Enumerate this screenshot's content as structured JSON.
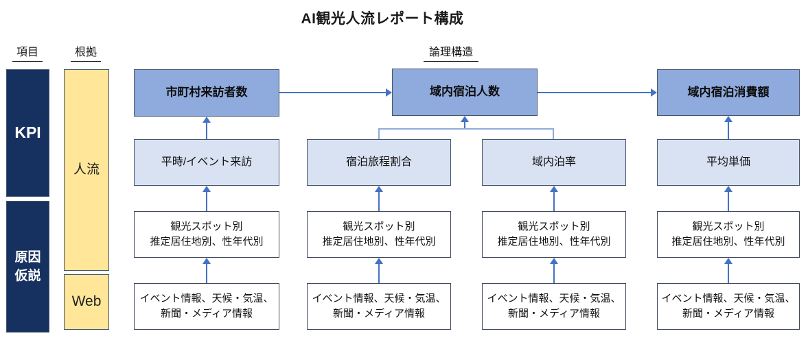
{
  "title": "AI観光人流レポート構成",
  "column_headers": {
    "item": "項目",
    "basis": "根拠",
    "logic": "論理構造"
  },
  "item_column": {
    "kpi": "KPI",
    "cause_line1": "原因",
    "cause_line2": "仮説"
  },
  "basis_column": {
    "people_flow": "人流",
    "web": "Web"
  },
  "flow": {
    "kpi_row": {
      "municipal_visitors": "市町村来訪者数",
      "area_overnight_guests": "域内宿泊人数",
      "area_overnight_spending": "域内宿泊消費額"
    },
    "driver_row": {
      "normal_event_visits": "平時/イベント来訪",
      "overnight_trip_ratio": "宿泊旅程割合",
      "area_stay_rate": "域内泊率",
      "average_unit_price": "平均単価"
    },
    "spot_row": {
      "line1": "観光スポット別",
      "line2": "推定居住地別、性年代別"
    },
    "web_row": {
      "line1": "イベント情報、天候・気温、",
      "line2": "新聞・メディア情報"
    }
  },
  "colors": {
    "navy": "#16305F",
    "gold": "#FFE699",
    "mid_blue": "#8FAADC",
    "light_blue": "#D9E2F3",
    "box_border": "#44546A",
    "arrow_blue": "#4472C4",
    "bracket_blue": "#8FAADC"
  }
}
